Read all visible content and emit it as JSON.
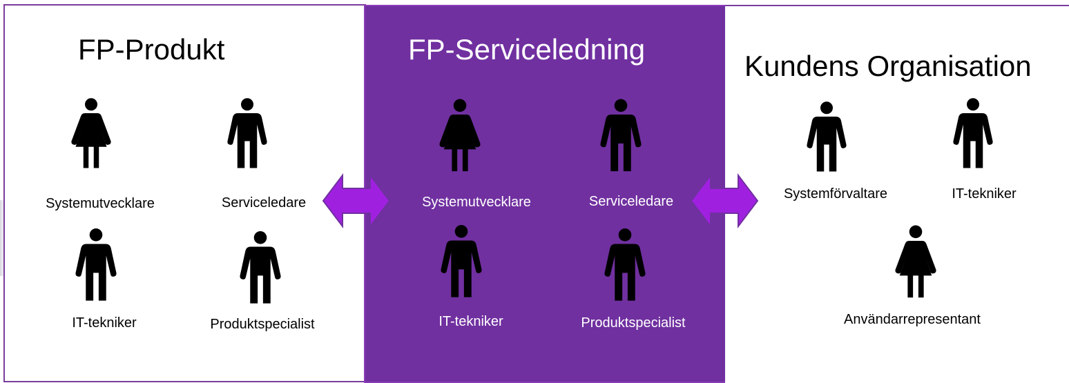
{
  "panels": {
    "left": {
      "title": "FP-Produkt",
      "roles": [
        "Systemutvecklare",
        "Serviceledare",
        "IT-tekniker",
        "Produktspecialist"
      ]
    },
    "middle": {
      "title": "FP-Serviceledning",
      "roles": [
        "Systemutvecklare",
        "Serviceledare",
        "IT-tekniker",
        "Produktspecialist"
      ]
    },
    "right": {
      "title": "Kundens Organisation",
      "roles": [
        "Systemförvaltare",
        "IT-tekniker",
        "Användarrepresentant"
      ]
    }
  },
  "colors": {
    "middle_panel_fill": "#7030a0",
    "arrow_fill": "#a020e0",
    "panel_border": "#7a3b9c",
    "figure": "#000000"
  },
  "icons": {
    "female": "female-person-icon",
    "male": "male-person-icon",
    "double_arrow": "double-arrow-icon"
  }
}
